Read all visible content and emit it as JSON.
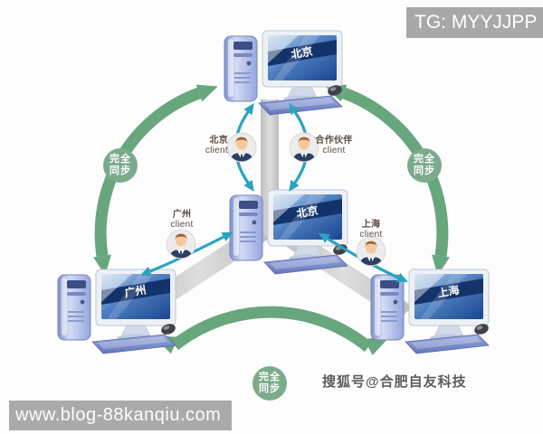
{
  "watermarks": {
    "tg": "TG: MYYJJPP",
    "blog": "www.blog-88kanqiu.com",
    "sohu": "搜狐号@合肥自友科技"
  },
  "computers": {
    "top": {
      "label": "北京"
    },
    "center": {
      "label": "北京"
    },
    "bottom_left": {
      "label": "广州"
    },
    "bottom_right": {
      "label": "上海"
    }
  },
  "clients": {
    "beijing": {
      "line1": "北京",
      "line2": "client"
    },
    "partner": {
      "line1": "合作伙伴",
      "line2": "client"
    },
    "guangzhou": {
      "line1": "广州",
      "line2": "client"
    },
    "shanghai": {
      "line1": "上海",
      "line2": "client"
    }
  },
  "sync_badges": {
    "left": {
      "line1": "完全",
      "line2": "同步"
    },
    "right": {
      "line1": "完全",
      "line2": "同步"
    },
    "bottom": {
      "line1": "完全",
      "line2": "同步"
    }
  },
  "colors": {
    "sync_green": "#68a67e",
    "link_teal": "#2aa3bf",
    "connector_gray": "#cccccc",
    "watermark_gray": "#a8a8a8",
    "screen_band_navy": "#14336b"
  },
  "icons": {
    "computer": "desktop-computer-icon",
    "client": "person-icon",
    "sync": "curved-double-arrow-icon"
  }
}
